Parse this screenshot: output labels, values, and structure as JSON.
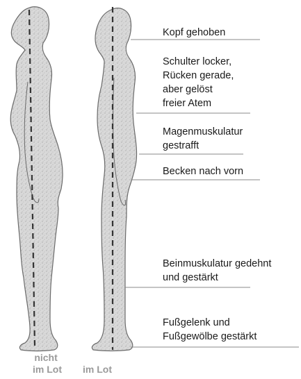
{
  "colors": {
    "figure_fill": "#d6d6d6",
    "figure_stroke": "#6a6a6a",
    "plumb_line": "#333333",
    "leader_line": "#8a8a8a",
    "label_text": "#1a1a1a",
    "caption_text": "#9a9a9a"
  },
  "labels": [
    {
      "lines": [
        "Kopf gehoben"
      ]
    },
    {
      "lines": [
        "Schulter locker,",
        "Rücken gerade,",
        "aber gelöst",
        "freier Atem"
      ]
    },
    {
      "lines": [
        "Magenmuskulatur",
        "gestrafft"
      ]
    },
    {
      "lines": [
        "Becken nach vorn"
      ]
    },
    {
      "lines": [
        "Beinmuskulatur gedehnt",
        "und gestärkt"
      ]
    },
    {
      "lines": [
        "Fußgelenk und",
        "Fußgewölbe gestärkt"
      ]
    }
  ],
  "captions": {
    "left": {
      "line1": "nicht",
      "line2": "im Lot"
    },
    "right": {
      "line1": "im Lot"
    }
  }
}
